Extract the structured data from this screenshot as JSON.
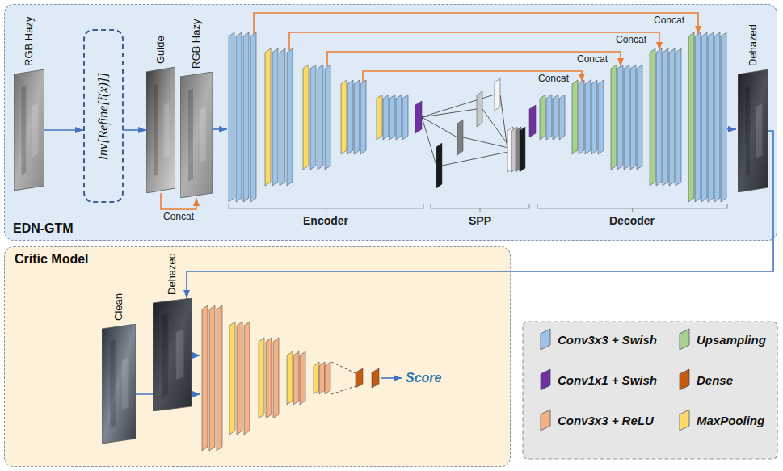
{
  "diagram": {
    "nodes": [
      {
        "text": [
          "EDN-GTM"
        ]
      },
      {
        "text": [
          "RGB Hazy"
        ],
        "in": 0
      },
      {
        "text": [
          "Inv[Refine[t̃(x)]]"
        ],
        "in": 0
      },
      {
        "text": [
          "Guide"
        ],
        "in": 0
      },
      {
        "text": [
          "RGB Hazy"
        ],
        "in": 0
      },
      {
        "text": [
          "Dehazed"
        ],
        "in": 0
      },
      {
        "text": [
          "Critic Model"
        ]
      },
      {
        "text": [
          "Clean"
        ],
        "in": 6
      },
      {
        "text": [
          "Dehazed"
        ],
        "in": 6
      }
    ],
    "edges": [
      {
        "from": 1,
        "to": 2,
        "arrow": "to"
      },
      {
        "from": 2,
        "to": 3,
        "arrow": "to"
      },
      {
        "from": 3,
        "to": 4,
        "label": "Concat",
        "arrow": "to"
      },
      {
        "from": 5,
        "to": 8,
        "arrow": "to"
      }
    ],
    "labels": [
      "Concat",
      "Concat",
      "Concat",
      "Concat",
      "Encoder",
      "SPP",
      "Decoder",
      "Score"
    ],
    "legend": [
      {
        "text": "Conv3x3 + Swish",
        "color": "#9dc3e6"
      },
      {
        "text": "Upsampling",
        "color": "#a9d18e"
      },
      {
        "text": "Conv1x1 + Swish",
        "color": "#7030a0"
      },
      {
        "text": "Dense",
        "color": "#c55a11"
      },
      {
        "text": "Conv3x3 + ReLU",
        "color": "#f4b183"
      },
      {
        "text": "MaxPooling",
        "color": "#ffd966"
      }
    ]
  }
}
